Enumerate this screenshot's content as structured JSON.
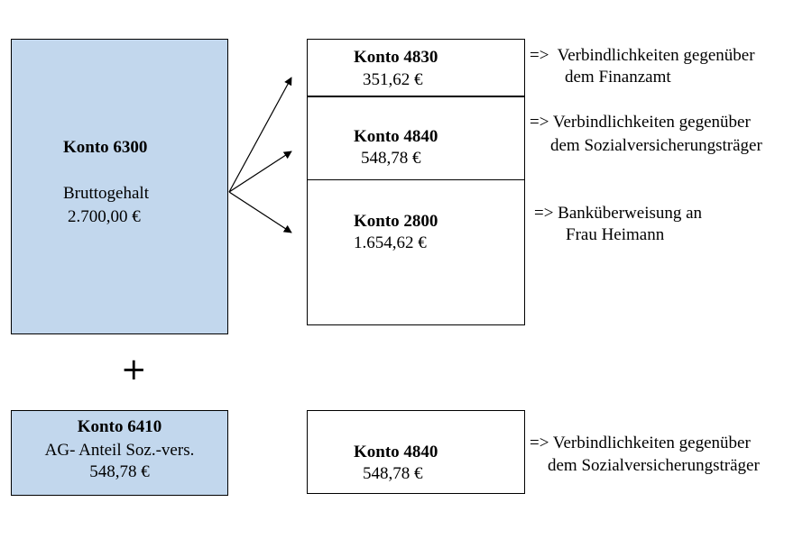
{
  "left_top": {
    "title": "Konto 6300",
    "label": "Bruttogehalt",
    "amount": "2.700,00 €",
    "color": "#c2d7ed"
  },
  "plus_sign": "+",
  "left_bottom": {
    "title": "Konto 6410",
    "label": "AG- Anteil Soz.-vers.",
    "amount": "548,78 €",
    "color": "#c2d7ed"
  },
  "right_top": {
    "sections": [
      {
        "title": "Konto 4830",
        "amount": "351,62 €"
      },
      {
        "title": "Konto 4840",
        "amount": "548,78 €"
      },
      {
        "title": "Konto 2800",
        "amount": "1.654,62 €"
      }
    ]
  },
  "right_bottom": {
    "title": "Konto 4840",
    "amount": "548,78 €"
  },
  "notes": [
    {
      "line1": "=>  Verbindlichkeiten gegenüber",
      "line2": "dem Finanzamt"
    },
    {
      "line1": "=> Verbindlichkeiten gegenüber",
      "line2": "dem Sozialversicherungsträger"
    },
    {
      "line1": "=> Banküberweisung an",
      "line2": "Frau Heimann"
    },
    {
      "line1": "=> Verbindlichkeiten gegenüber",
      "line2": "dem Sozialversicherungsträger"
    }
  ]
}
